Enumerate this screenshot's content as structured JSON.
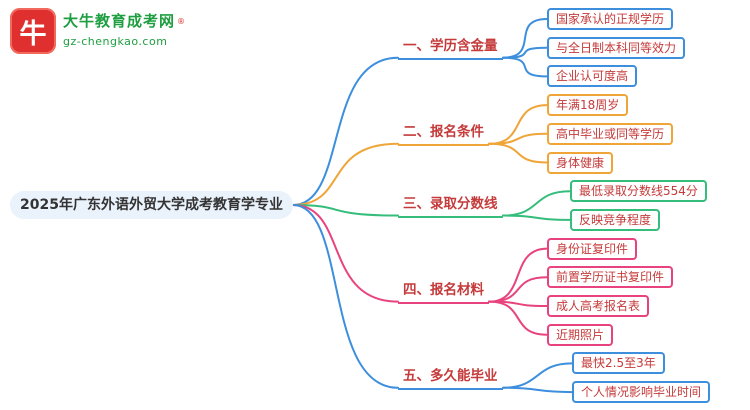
{
  "logo": {
    "mark": "牛",
    "brand": "大牛教育成考网",
    "reg": "®",
    "domain": "gz-chengkao.com"
  },
  "root": {
    "label": "2025年广东外语外贸大学成考教育学专业"
  },
  "colors": {
    "blue": "#3d8fdd",
    "orange": "#efa538",
    "green": "#35bd7c",
    "pink": "#e8437e",
    "node_text": "#c53a3a",
    "logo_red": "#e02f2f",
    "logo_green": "#1e9e40"
  },
  "branches": [
    {
      "label": "一、学历含金量",
      "color": "#3d8fdd",
      "children": [
        "国家承认的正规学历",
        "与全日制本科同等效力",
        "企业认可度高"
      ]
    },
    {
      "label": "二、报名条件",
      "color": "#efa538",
      "children": [
        "年满18周岁",
        "高中毕业或同等学历",
        "身体健康"
      ]
    },
    {
      "label": "三、录取分数线",
      "color": "#35bd7c",
      "children": [
        "最低录取分数线554分",
        "反映竞争程度"
      ]
    },
    {
      "label": "四、报名材料",
      "color": "#e8437e",
      "children": [
        "身份证复印件",
        "前置学历证书复印件",
        "成人高考报名表",
        "近期照片"
      ]
    },
    {
      "label": "五、多久能毕业",
      "color": "#3d8fdd",
      "children": [
        "最快2.5至3年",
        "个人情况影响毕业时间"
      ]
    }
  ]
}
